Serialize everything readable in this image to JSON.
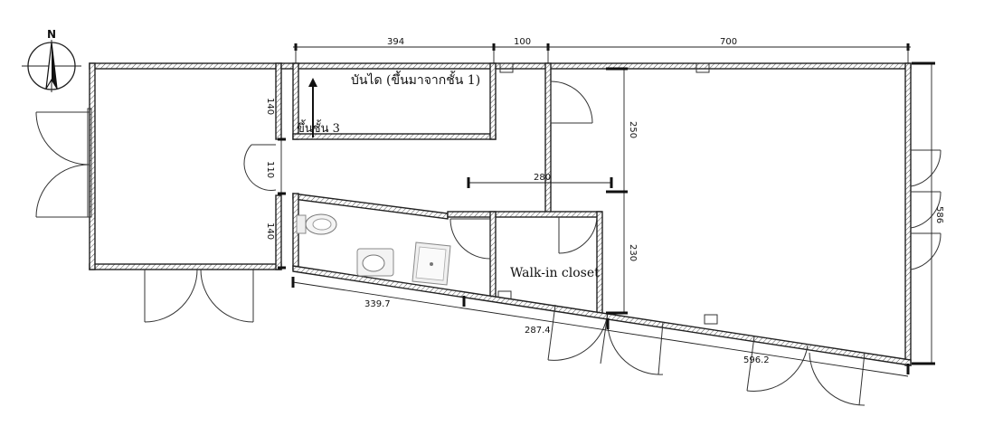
{
  "compass": {
    "label": "N"
  },
  "rooms": {
    "stairs_label": "บันได (ขึ้นมาจากชั้น 1)",
    "up_label": "ขึ้นชั้น 3",
    "closet_label": "Walk-in closet"
  },
  "dimensions": {
    "top_stair": "394",
    "top_small": "100",
    "top_right": "700",
    "left_upper": "140",
    "left_mid": "110",
    "left_lower": "140",
    "corridor": "280",
    "right_upper": "250",
    "right_lower": "230",
    "right_side": "586",
    "bottom_a": "339.7",
    "bottom_b": "287.4",
    "bottom_c": "596.2"
  },
  "icons": {
    "toilet": "toilet-icon",
    "sink": "sink-icon",
    "shower": "shower-tray-icon",
    "north_arrow": "north-arrow-icon"
  }
}
